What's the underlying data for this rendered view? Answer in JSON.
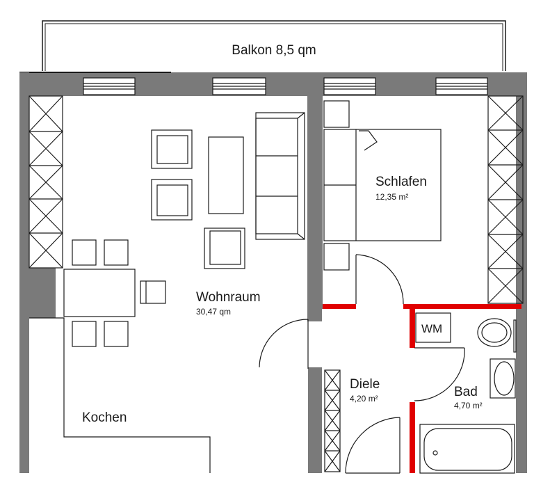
{
  "balcony": {
    "label": "Balkon 8,5 qm"
  },
  "rooms": {
    "wohnraum": {
      "name": "Wohnraum",
      "area": "30,47 qm"
    },
    "schlafen": {
      "name": "Schlafen",
      "area": "12,35 m²"
    },
    "diele": {
      "name": "Diele",
      "area": "4,20 m²"
    },
    "bad": {
      "name": "Bad",
      "area": "4,70 m²"
    },
    "kochen": {
      "name": "Kochen"
    }
  },
  "fixtures": {
    "washing_machine": "WM"
  },
  "colors": {
    "wall": "#7a7a7a",
    "wall_highlight": "#e00000",
    "line": "#1a1a1a"
  }
}
